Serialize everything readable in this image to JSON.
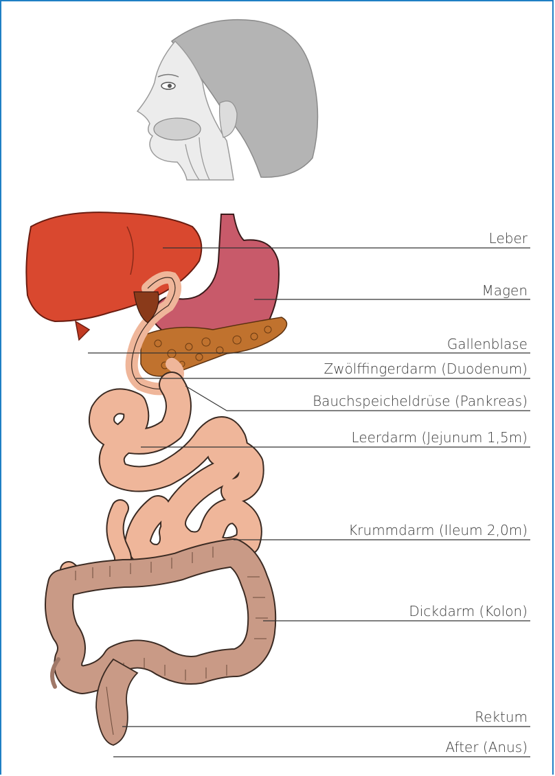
{
  "labels": {
    "leber": "Leber",
    "magen": "Magen",
    "gallenblase": "Gallenblase",
    "duodenum": "Zwölffingerdarm (Duodenum)",
    "pankreas": "Bauchspeicheldrüse (Pankreas)",
    "jejunum": "Leerdarm (Jejunum 1,5m)",
    "ileum": "Krummdarm (Ileum 2,0m)",
    "kolon": "Dickdarm (Kolon)",
    "rektum": "Rektum",
    "anus": "After (Anus)"
  },
  "colors": {
    "frame": "#1f7fc4",
    "liver": "#d9482f",
    "stomach": "#c85a6a",
    "pancreas": "#c0722e",
    "small_intestine": "#efb69a",
    "colon": "#c99a86",
    "head": "#cfcfcf"
  }
}
